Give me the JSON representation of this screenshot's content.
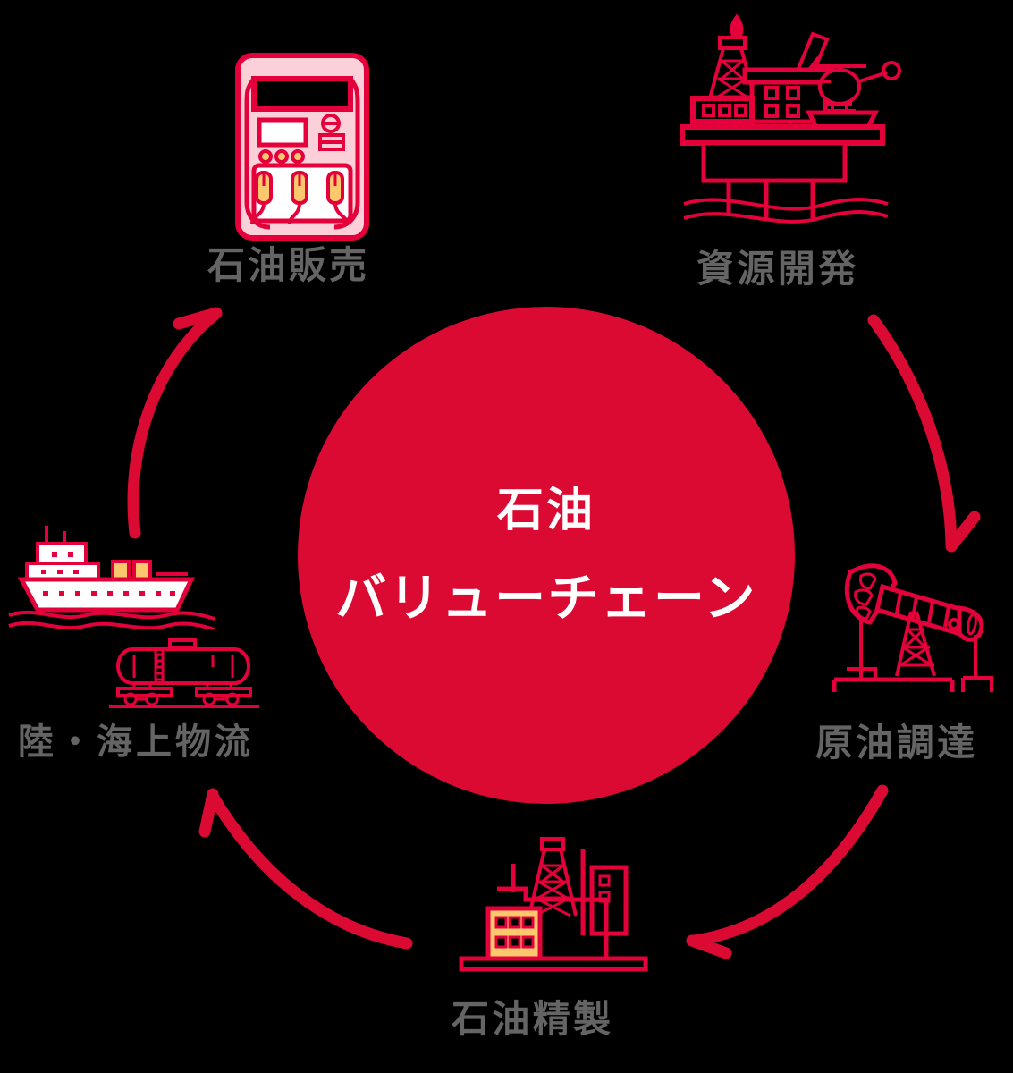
{
  "diagram": {
    "type": "cycle",
    "title_lines": [
      "石油",
      "バリューチェーン"
    ],
    "center": {
      "line1": "石油",
      "line2": "バリューチェーン",
      "fill_color": "#DB0A32",
      "text_color": "#FFFFFF"
    },
    "palette": {
      "background": "#000000",
      "accent_red": "#DB0A32",
      "line_red": "#E4003A",
      "pink_fill": "#FBD0D8",
      "yellow_fill": "#FBC86E",
      "label_gray": "#646464",
      "white": "#FFFFFF"
    },
    "nodes": [
      {
        "id": "sales",
        "label": "石油販売",
        "icon": "fuel-dispenser-icon",
        "position": "top-left",
        "order": 5
      },
      {
        "id": "exploration",
        "label": "資源開発",
        "icon": "offshore-oil-platform-icon",
        "position": "top-right",
        "order": 1
      },
      {
        "id": "crude",
        "label": "原油調達",
        "icon": "pumpjack-icon",
        "position": "right",
        "order": 2
      },
      {
        "id": "refining",
        "label": "石油精製",
        "icon": "oil-refinery-icon",
        "position": "bottom",
        "order": 3
      },
      {
        "id": "logistics",
        "label": "陸・海上物流",
        "icon": "tanker-ship-and-rail-tank-car-icon",
        "position": "left",
        "order": 4
      }
    ],
    "arrows": [
      {
        "id": "arrow-exploration-to-crude",
        "from": "exploration",
        "to": "crude",
        "direction": "down-right",
        "color": "#DB0A32"
      },
      {
        "id": "arrow-crude-to-refining",
        "from": "crude",
        "to": "refining",
        "direction": "down-left",
        "color": "#DB0A32"
      },
      {
        "id": "arrow-refining-to-logistics",
        "from": "refining",
        "to": "logistics",
        "direction": "up-left",
        "color": "#DB0A32"
      },
      {
        "id": "arrow-logistics-to-sales",
        "from": "logistics",
        "to": "sales",
        "direction": "up-right",
        "color": "#DB0A32"
      }
    ]
  }
}
